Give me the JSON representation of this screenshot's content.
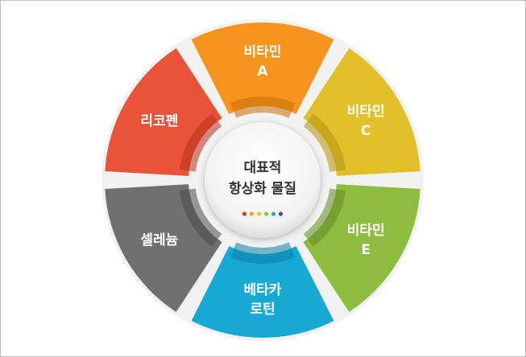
{
  "center": {
    "line1": "대표적",
    "line2": "항상화 물질",
    "dots": [
      "#e53935",
      "#f6a21a",
      "#f2c51c",
      "#8dc63f",
      "#29a9d8",
      "#555555"
    ]
  },
  "segments": [
    {
      "name": "vitamin-a",
      "line1": "비타민",
      "line2": "A",
      "color": "#f7941d",
      "shade": "#c96d06"
    },
    {
      "name": "vitamin-c",
      "line1": "비타민",
      "line2": "C",
      "color": "#e2c02b",
      "shade": "#b0920e"
    },
    {
      "name": "vitamin-e",
      "line1": "비타민",
      "line2": "E",
      "color": "#8cbd3f",
      "shade": "#5f8c22"
    },
    {
      "name": "beta-carotene",
      "line1": "베타카",
      "line2": "로틴",
      "color": "#16a9d4",
      "shade": "#0b7fa6"
    },
    {
      "name": "selenium",
      "line1": "셀레늄",
      "line2": "",
      "color": "#707070",
      "shade": "#4a4a4a"
    },
    {
      "name": "lycopene",
      "line1": "리코펜",
      "line2": "",
      "color": "#e9533a",
      "shade": "#b8301c"
    }
  ]
}
